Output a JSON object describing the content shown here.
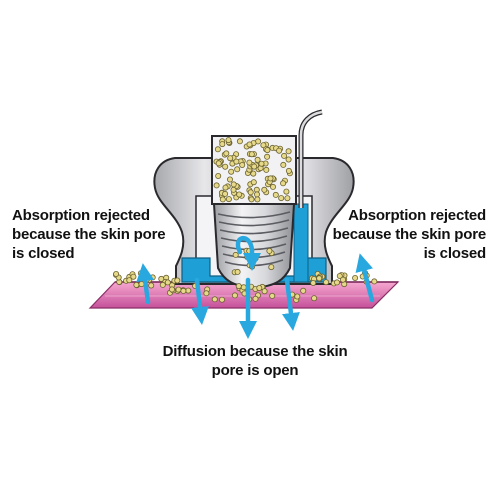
{
  "labels": {
    "left": [
      "Absorption rejected",
      "because the skin pore",
      "is closed"
    ],
    "right": [
      "Absorption rejected",
      "because the skin pore",
      "is closed"
    ],
    "bottom": [
      "Diffusion because the skin",
      "pore is open"
    ]
  },
  "colors": {
    "arrow": "#29a8e0",
    "liquid": "#1e9fd6",
    "skin_top": "#f49ac8",
    "skin_bottom": "#c24b93",
    "device": "#c9c9cc",
    "particle": "#e6d98a"
  }
}
